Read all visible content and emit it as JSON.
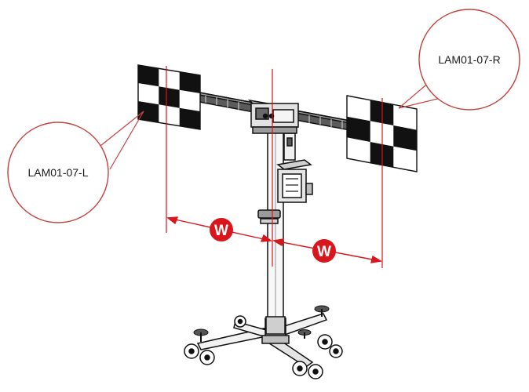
{
  "callouts": {
    "left_target_label": "LAM01-07-L",
    "right_target_label": "LAM01-07-R"
  },
  "dimension": {
    "width_symbol": "W"
  },
  "colors": {
    "accent_red": "#d8161c",
    "callout_red": "#c7423f",
    "line_black": "#111111",
    "steel_gray": "#8a8a8a"
  }
}
